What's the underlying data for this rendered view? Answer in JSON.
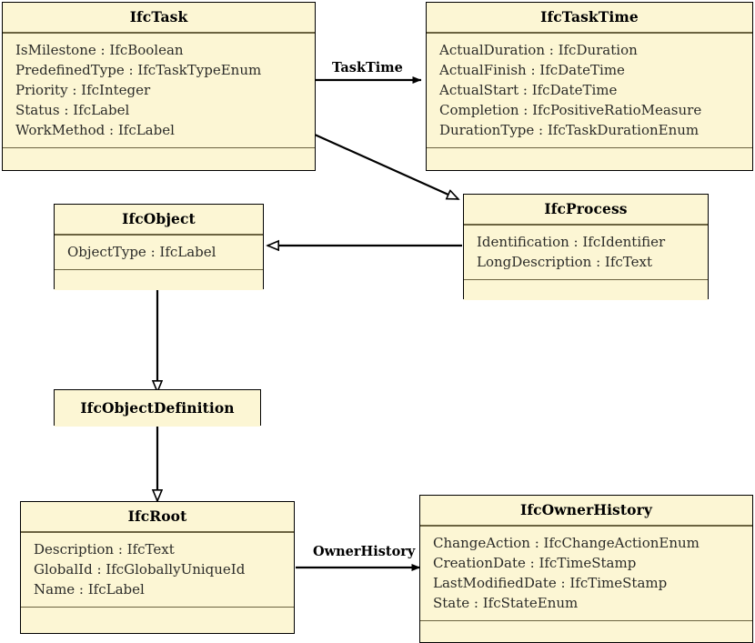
{
  "diagram": {
    "kind": "uml-class-diagram",
    "title": "IFC task / process class hierarchy",
    "palette": {
      "class_fill": "#fcf6d4",
      "class_border": "#000000",
      "compartment_separator": "#6b6340",
      "edge_color": "#000000",
      "background": "#ffffff",
      "attribute_text": "#2b2b28"
    }
  },
  "classes": [
    {
      "id": "ifc-task",
      "name": "IfcTask",
      "attributes": [
        "IsMilestone : IfcBoolean",
        "PredefinedType : IfcTaskTypeEnum",
        "Priority : IfcInteger",
        "Status : IfcLabel",
        "WorkMethod : IfcLabel"
      ],
      "operations": []
    },
    {
      "id": "ifc-task-time",
      "name": "IfcTaskTime",
      "attributes": [
        "ActualDuration : IfcDuration",
        "ActualFinish : IfcDateTime",
        "ActualStart : IfcDateTime",
        "Completion : IfcPositiveRatioMeasure",
        "DurationType : IfcTaskDurationEnum"
      ],
      "operations": []
    },
    {
      "id": "ifc-process",
      "name": "IfcProcess",
      "attributes": [
        "Identification : IfcIdentifier",
        "LongDescription : IfcText"
      ],
      "operations": []
    },
    {
      "id": "ifc-object",
      "name": "IfcObject",
      "attributes": [
        "ObjectType : IfcLabel"
      ],
      "operations": []
    },
    {
      "id": "ifc-object-definition",
      "name": "IfcObjectDefinition",
      "attributes": [],
      "operations": []
    },
    {
      "id": "ifc-root",
      "name": "IfcRoot",
      "attributes": [
        "Description : IfcText",
        "GlobalId : IfcGloballyUniqueId",
        "Name : IfcLabel"
      ],
      "operations": []
    },
    {
      "id": "ifc-owner-history",
      "name": "IfcOwnerHistory",
      "attributes": [
        "ChangeAction : IfcChangeActionEnum",
        "CreationDate : IfcTimeStamp",
        "LastModifiedDate : IfcTimeStamp",
        "State : IfcStateEnum"
      ],
      "operations": []
    }
  ],
  "relationships": [
    {
      "id": "task-tasktime",
      "from": "IfcTask",
      "to": "IfcTaskTime",
      "type": "association",
      "label": "TaskTime"
    },
    {
      "id": "task-process",
      "from": "IfcTask",
      "to": "IfcProcess",
      "type": "generalization",
      "label": ""
    },
    {
      "id": "process-object",
      "from": "IfcProcess",
      "to": "IfcObject",
      "type": "generalization",
      "label": ""
    },
    {
      "id": "object-objectdefinition",
      "from": "IfcObject",
      "to": "IfcObjectDefinition",
      "type": "generalization",
      "label": ""
    },
    {
      "id": "objectdefinition-root",
      "from": "IfcObjectDefinition",
      "to": "IfcRoot",
      "type": "generalization",
      "label": ""
    },
    {
      "id": "root-ownerhistory",
      "from": "IfcRoot",
      "to": "IfcOwnerHistory",
      "type": "association",
      "label": "OwnerHistory"
    }
  ]
}
